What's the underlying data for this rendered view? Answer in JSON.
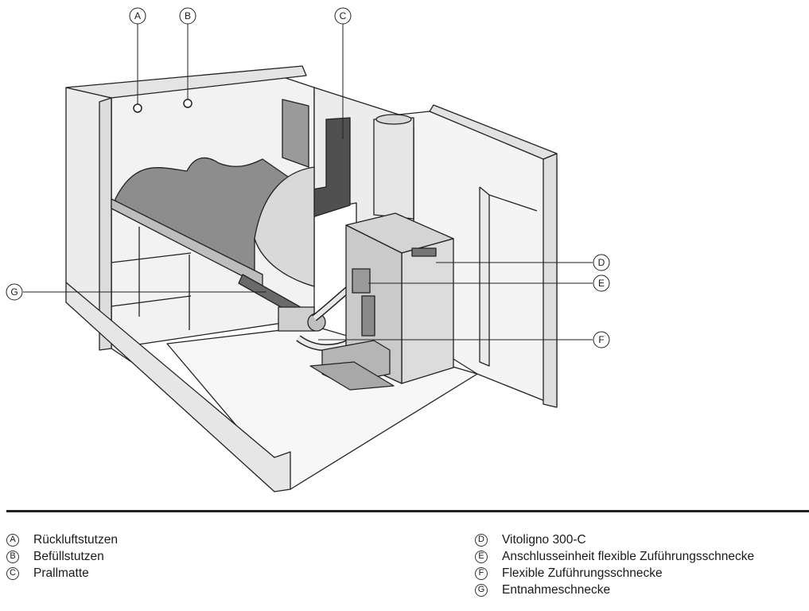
{
  "markers": {
    "a": "A",
    "b": "B",
    "c": "C",
    "d": "D",
    "e": "E",
    "f": "F",
    "g": "G"
  },
  "legend": {
    "left": [
      {
        "key": "A",
        "text": "Rückluftstutzen"
      },
      {
        "key": "B",
        "text": "Befüllstutzen"
      },
      {
        "key": "C",
        "text": "Prallmatte"
      }
    ],
    "right": [
      {
        "key": "D",
        "text": "Vitoligno 300-C"
      },
      {
        "key": "E",
        "text": "Anschlusseinheit flexible Zuführungsschnecke"
      },
      {
        "key": "F",
        "text": "Flexible Zuführungsschnecke"
      },
      {
        "key": "G",
        "text": "Entnahmeschnecke"
      }
    ]
  }
}
